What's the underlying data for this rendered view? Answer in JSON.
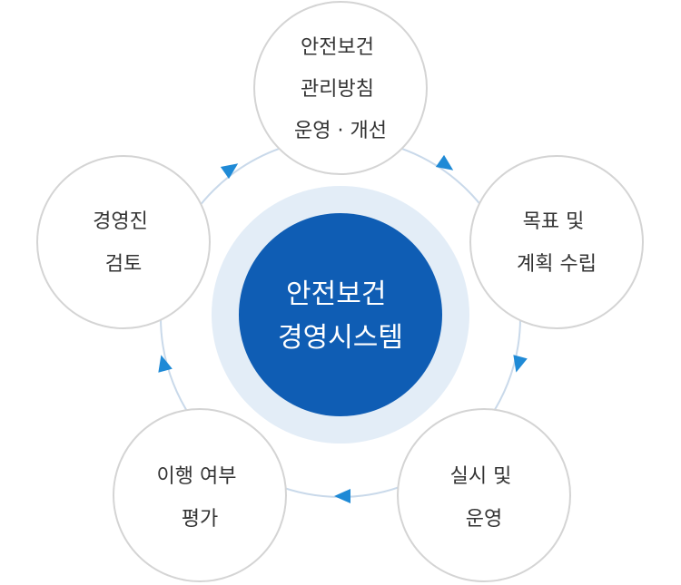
{
  "center": {
    "lines": [
      "안전보건",
      "경영시스템"
    ],
    "color": "#0f5db4",
    "halo_color": "#e3edf7"
  },
  "cycle_color": "#c9d9ea",
  "arrow_color": "#1f8ad6",
  "node_border_color": "#d4d4d4",
  "nodes": [
    {
      "id": "policy",
      "lines": [
        "안전보건",
        "관리방침",
        "운영 · 개선"
      ]
    },
    {
      "id": "goals",
      "lines": [
        "목표 및",
        "계획 수립"
      ]
    },
    {
      "id": "operation",
      "lines": [
        "실시 및",
        "운영"
      ]
    },
    {
      "id": "evaluation",
      "lines": [
        "이행 여부",
        "평가"
      ]
    },
    {
      "id": "review",
      "lines": [
        "경영진",
        "검토"
      ]
    }
  ]
}
